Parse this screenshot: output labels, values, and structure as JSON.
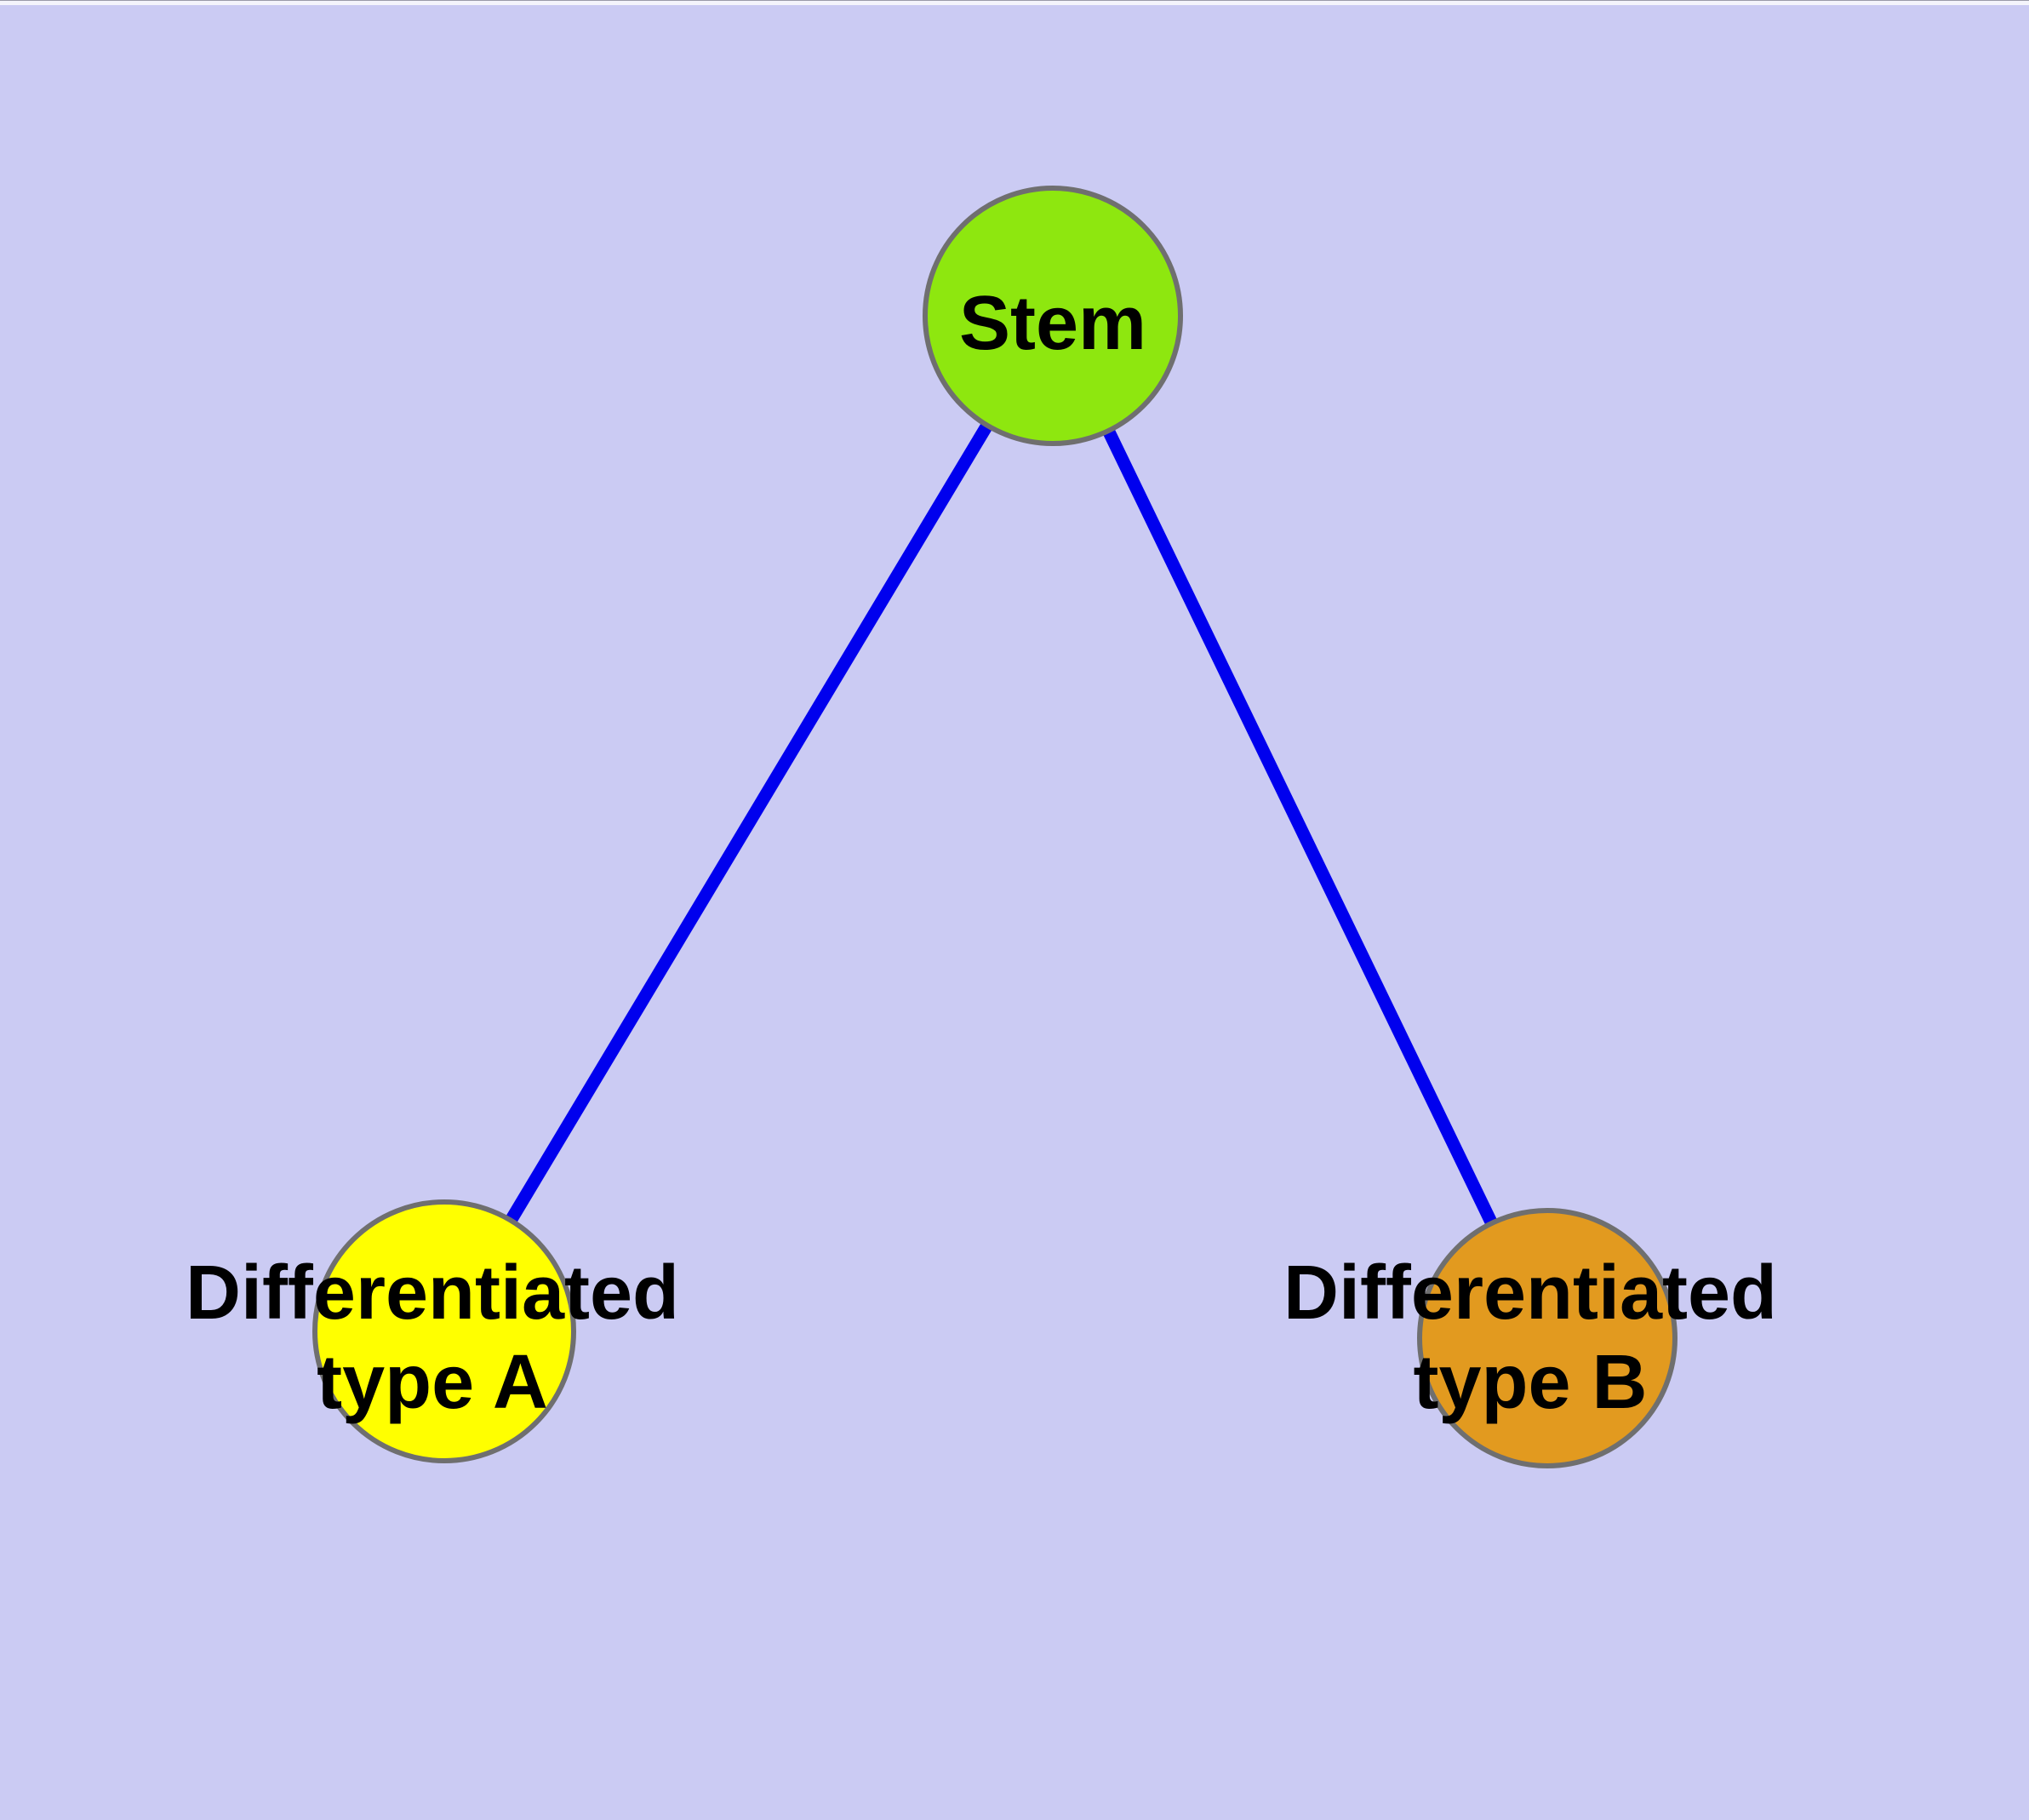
{
  "colors": {
    "background": "#CBCBF3",
    "edge": "#0000EE",
    "node_border": "#6F6F6F",
    "label_text": "#000000",
    "stem_fill": "#8EE70F",
    "type_a_fill": "#FFFF00",
    "type_b_fill": "#E29A1F"
  },
  "graph": {
    "type": "node-link-diagram",
    "nodes": {
      "stem": {
        "label": "Stem",
        "fill": "#8EE70F"
      },
      "type_a": {
        "label_line1": "Differentiated",
        "label_line2": "type A",
        "label_full": "Differentiated type A",
        "fill": "#FFFF00"
      },
      "type_b": {
        "label_line1": "Differentiated",
        "label_line2": "type B",
        "label_full": "Differentiated type B",
        "fill": "#E29A1F"
      }
    },
    "edges": [
      {
        "from": "Stem",
        "to": "Differentiated type A"
      },
      {
        "from": "Stem",
        "to": "Differentiated type B"
      }
    ]
  }
}
